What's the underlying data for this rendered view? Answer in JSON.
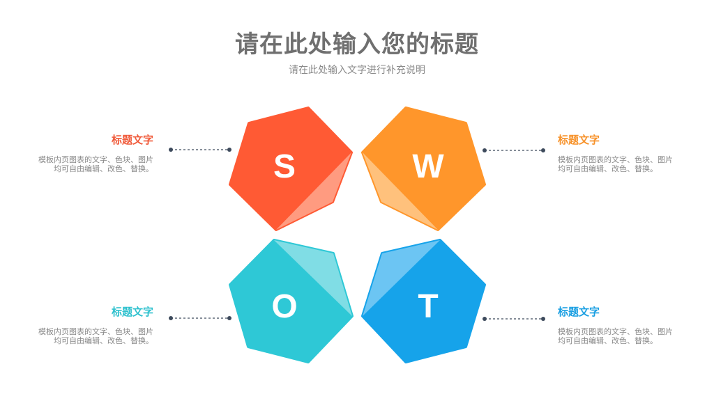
{
  "header": {
    "title": "请在此处输入您的标题",
    "subtitle": "请在此处输入文字进行补充说明"
  },
  "quadrants": [
    {
      "letter": "S",
      "label": "标题文字",
      "desc": "模板内页图表的文字、色块、图片均可自由编辑、改色、替换。",
      "color": "#ff5a34",
      "light": "#ff9b80",
      "label_color": "#f05a3a"
    },
    {
      "letter": "W",
      "label": "标题文字",
      "desc": "模板内页图表的文字、色块、图片均可自由编辑、改色、替换。",
      "color": "#ff962b",
      "light": "#ffc17c",
      "label_color": "#f7922a"
    },
    {
      "letter": "O",
      "label": "标题文字",
      "desc": "模板内页图表的文字、色块、图片均可自由编辑、改色、替换。",
      "color": "#2ec8d6",
      "light": "#80dde5",
      "label_color": "#2ec1ce"
    },
    {
      "letter": "T",
      "label": "标题文字",
      "desc": "模板内页图表的文字、色块、图片均可自由编辑、改色、替换。",
      "color": "#16a3ea",
      "light": "#6cc5f3",
      "label_color": "#1a9fe2"
    }
  ],
  "connector_color": "#3d4a5c"
}
